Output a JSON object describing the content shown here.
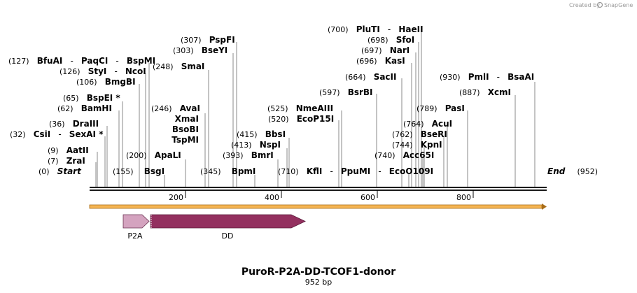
{
  "credit": {
    "text": "Created by",
    "brand": "SnapGene"
  },
  "sequence": {
    "name": "PuroR-P2A-DD-TCOF1-donor",
    "length_label": "952 bp",
    "length": 952
  },
  "ends": {
    "start": {
      "pos": "(0)",
      "name": "Start"
    },
    "end": {
      "pos": "(952)",
      "name": "End"
    }
  },
  "ticks": [
    "200",
    "400",
    "600",
    "800"
  ],
  "tick_values": [
    200,
    400,
    600,
    800
  ],
  "left_sites": [
    {
      "pos": "(7)",
      "names": [
        "ZraI"
      ]
    },
    {
      "pos": "(9)",
      "names": [
        "AatII"
      ]
    },
    {
      "pos": "(32)",
      "names": [
        "CsiI",
        "SexAI *"
      ]
    },
    {
      "pos": "(36)",
      "names": [
        "DraIII"
      ]
    },
    {
      "pos": "(62)",
      "names": [
        "BamHI"
      ]
    },
    {
      "pos": "(65)",
      "names": [
        "BspEI *"
      ]
    },
    {
      "pos": "(106)",
      "names": [
        "BmgBI"
      ]
    },
    {
      "pos": "(126)",
      "names": [
        "StyI",
        "NcoI"
      ]
    },
    {
      "pos": "(127)",
      "names": [
        "BfuAI",
        "PaqCI",
        "BspMI"
      ]
    }
  ],
  "mid_sites": [
    {
      "pos": "(155)",
      "names": [
        "BsgI"
      ]
    },
    {
      "pos": "(200)",
      "names": [
        "ApaLI"
      ]
    },
    {
      "pos": "(246)",
      "names": [
        "AvaI",
        "XmaI",
        "BsoBI",
        "TspMI"
      ]
    },
    {
      "pos": "(248)",
      "names": [
        "SmaI"
      ]
    },
    {
      "pos": "(303)",
      "names": [
        "BseYI"
      ]
    },
    {
      "pos": "(307)",
      "names": [
        "PspFI"
      ]
    },
    {
      "pos": "(345)",
      "names": [
        "BpmI"
      ]
    },
    {
      "pos": "(393)",
      "names": [
        "BmrI"
      ]
    },
    {
      "pos": "(413)",
      "names": [
        "NspI"
      ]
    },
    {
      "pos": "(415)",
      "names": [
        "BbsI"
      ]
    }
  ],
  "right_sites": [
    {
      "pos": "(520)",
      "names": [
        "EcoP15I"
      ]
    },
    {
      "pos": "(525)",
      "names": [
        "NmeAIII"
      ]
    },
    {
      "pos": "(597)",
      "names": [
        "BsrBI"
      ]
    },
    {
      "pos": "(664)",
      "names": [
        "SacII"
      ]
    },
    {
      "pos": "(696)",
      "names": [
        "KasI"
      ]
    },
    {
      "pos": "(697)",
      "names": [
        "NarI"
      ]
    },
    {
      "pos": "(698)",
      "names": [
        "SfoI"
      ]
    },
    {
      "pos": "(700)",
      "names": [
        "PluTI",
        "HaeII"
      ]
    },
    {
      "pos": "(710)",
      "names": [
        "KflI",
        "PpuMI",
        "EcoO109I"
      ]
    },
    {
      "pos": "(740)",
      "names": [
        "Acc65I"
      ]
    },
    {
      "pos": "(744)",
      "names": [
        "KpnI"
      ]
    },
    {
      "pos": "(762)",
      "names": [
        "BseRI"
      ]
    },
    {
      "pos": "(764)",
      "names": [
        "AcuI"
      ]
    },
    {
      "pos": "(789)",
      "names": [
        "PasI"
      ]
    },
    {
      "pos": "(887)",
      "names": [
        "XcmI"
      ]
    },
    {
      "pos": "(930)",
      "names": [
        "PmlI",
        "BsaAI"
      ]
    }
  ],
  "features": [
    {
      "name": "P2A",
      "start": 70,
      "end": 125,
      "color": "#d4a3bf"
    },
    {
      "name": "DD",
      "start": 128,
      "end": 450,
      "color": "#93305f"
    }
  ],
  "colors": {
    "orf": "#f5b553",
    "orf_edge": "#a86c18",
    "backbone": "#1a1a1a",
    "line": "#888888"
  }
}
